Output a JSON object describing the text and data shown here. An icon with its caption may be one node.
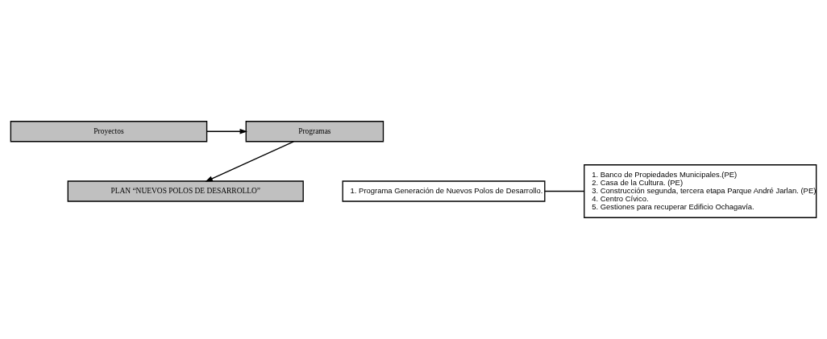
{
  "diagram": {
    "nodes": [
      {
        "text": [
          "PLAN “NUEVOS POLOS DE DESARROLLO”"
        ]
      },
      {
        "text": [
          "Programas"
        ]
      },
      {
        "text": [
          "Proyectos"
        ]
      },
      {
        "text": [
          "1. Programa Generación de Nuevos Polos de Desarrollo."
        ]
      },
      {
        "text": [
          "1. Banco de Propiedades Municipales.(PE)",
          "2. Casa de la Cultura. (PE)",
          "3. Construcción segunda, tercera etapa Parque André Jarlan. (PE)",
          "4. Centro Cívico.",
          "5. Gestiones para recuperar Edificio Ochagavía."
        ]
      }
    ],
    "edges": [
      {
        "from": 1,
        "to": 0,
        "arrow": "to"
      },
      {
        "from": 2,
        "to": 1,
        "arrow": "to"
      },
      {
        "from": 3,
        "to": 4,
        "arrow": "none"
      }
    ]
  }
}
